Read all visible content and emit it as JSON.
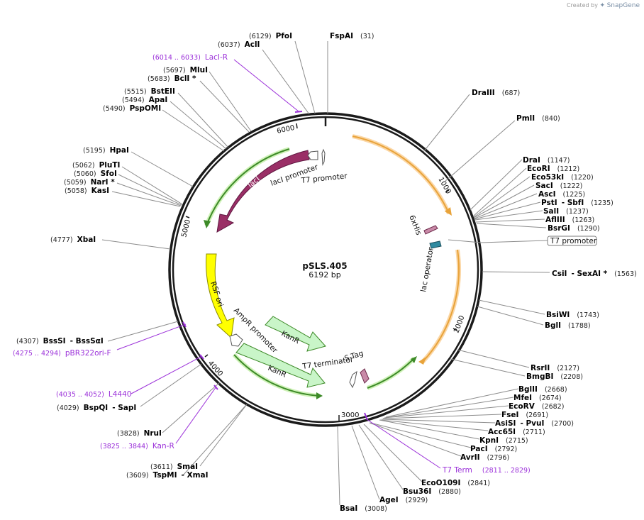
{
  "credit": {
    "prefix": "Created by",
    "brand": "SnapGene"
  },
  "plasmid": {
    "name": "pSLS.405",
    "size_label": "6192 bp"
  },
  "ticks": [
    "1000",
    "2000",
    "3000",
    "4000",
    "5000",
    "6000"
  ],
  "features": [
    {
      "id": "laci",
      "label": "lacI",
      "color": "#9a2f66"
    },
    {
      "id": "laci-promoter",
      "label": "lacI promoter",
      "color": "#ffffff"
    },
    {
      "id": "t7-promoter-inner",
      "label": "T7 promoter",
      "color": "#ffffff"
    },
    {
      "id": "rsf-ori",
      "label": "RSF ori",
      "color": "#ffff00"
    },
    {
      "id": "ampr-promoter",
      "label": "AmpR promoter",
      "color": "#ffffff"
    },
    {
      "id": "kanr-1",
      "label": "KanR",
      "color": "#c9f5c8"
    },
    {
      "id": "kanr-2",
      "label": "KanR",
      "color": "#c9f5c8"
    },
    {
      "id": "t7-terminator",
      "label": "T7 terminator",
      "color": "#ffffff"
    },
    {
      "id": "s-tag",
      "label": "S-Tag",
      "color": "#c98aa8"
    },
    {
      "id": "6xhis",
      "label": "6xHis",
      "color": "#c98aa8"
    },
    {
      "id": "lac-operator",
      "label": "lac operator",
      "color": "#2f8aa0"
    }
  ],
  "enzymes": [
    {
      "name": "FspAI",
      "pos": "(31)"
    },
    {
      "name": "PfoI",
      "pos": "(6129)"
    },
    {
      "name": "AclI",
      "pos": "(6037)"
    },
    {
      "name": "MluI",
      "pos": "(5697)"
    },
    {
      "name": "BclI *",
      "pos": "(5683)"
    },
    {
      "name": "BstEII",
      "pos": "(5515)"
    },
    {
      "name": "ApaI",
      "pos": "(5494)"
    },
    {
      "name": "PspOMI",
      "pos": "(5490)"
    },
    {
      "name": "HpaI",
      "pos": "(5195)"
    },
    {
      "name": "PluTI",
      "pos": "(5062)"
    },
    {
      "name": "SfoI",
      "pos": "(5060)"
    },
    {
      "name": "NarI *",
      "pos": "(5059)"
    },
    {
      "name": "KasI",
      "pos": "(5058)"
    },
    {
      "name": "XbaI",
      "pos": "(4777)"
    },
    {
      "name": "BssSI",
      "name2": "- BssSαI",
      "pos": "(4307)"
    },
    {
      "name": "BspQI",
      "name2": "- SapI",
      "pos": "(4029)"
    },
    {
      "name": "NruI",
      "pos": "(3828)"
    },
    {
      "name": "SmaI",
      "pos": "(3611)"
    },
    {
      "name": "TspMI",
      "name2": "- XmaI",
      "pos": "(3609)"
    },
    {
      "name": "BsaI",
      "pos": "(3008)"
    },
    {
      "name": "AgeI",
      "pos": "(2929)"
    },
    {
      "name": "Bsu36I",
      "pos": "(2880)"
    },
    {
      "name": "EcoO109I",
      "pos": "(2841)"
    },
    {
      "name": "AvrII",
      "pos": "(2796)"
    },
    {
      "name": "PacI",
      "pos": "(2792)"
    },
    {
      "name": "KpnI",
      "pos": "(2715)"
    },
    {
      "name": "Acc65I",
      "pos": "(2711)"
    },
    {
      "name": "AsiSI",
      "name2": "- PvuI",
      "pos": "(2700)"
    },
    {
      "name": "FseI",
      "pos": "(2691)"
    },
    {
      "name": "EcoRV",
      "pos": "(2682)"
    },
    {
      "name": "MfeI",
      "pos": "(2674)"
    },
    {
      "name": "BglII",
      "pos": "(2668)"
    },
    {
      "name": "BmgBI",
      "pos": "(2208)"
    },
    {
      "name": "RsrII",
      "pos": "(2127)"
    },
    {
      "name": "BglI",
      "pos": "(1788)"
    },
    {
      "name": "BsiWI",
      "pos": "(1743)"
    },
    {
      "name": "CsiI",
      "name2": "- SexAI *",
      "pos": "(1563)"
    },
    {
      "name": "BsrGI",
      "pos": "(1290)"
    },
    {
      "name": "AflIII",
      "pos": "(1263)"
    },
    {
      "name": "SalI",
      "pos": "(1237)"
    },
    {
      "name": "PstI",
      "name2": "- SbfI",
      "pos": "(1235)"
    },
    {
      "name": "AscI",
      "pos": "(1225)"
    },
    {
      "name": "SacI",
      "pos": "(1222)"
    },
    {
      "name": "Eco53kI",
      "pos": "(1220)"
    },
    {
      "name": "EcoRI",
      "pos": "(1212)"
    },
    {
      "name": "DraI",
      "pos": "(1147)"
    },
    {
      "name": "PmlI",
      "pos": "(840)"
    },
    {
      "name": "DraIII",
      "pos": "(687)"
    }
  ],
  "primers": [
    {
      "name": "LacI-R",
      "pos": "(6014 .. 6033)"
    },
    {
      "name": "pBR322ori-F",
      "pos": "(4275 .. 4294)"
    },
    {
      "name": "L4440",
      "pos": "(4035 .. 4052)"
    },
    {
      "name": "Kan-R",
      "pos": "(3825 .. 3844)"
    },
    {
      "name": "T7 Term",
      "pos": "(2811 .. 2829)"
    }
  ],
  "outer_features": [
    {
      "name": "T7 promoter"
    }
  ]
}
